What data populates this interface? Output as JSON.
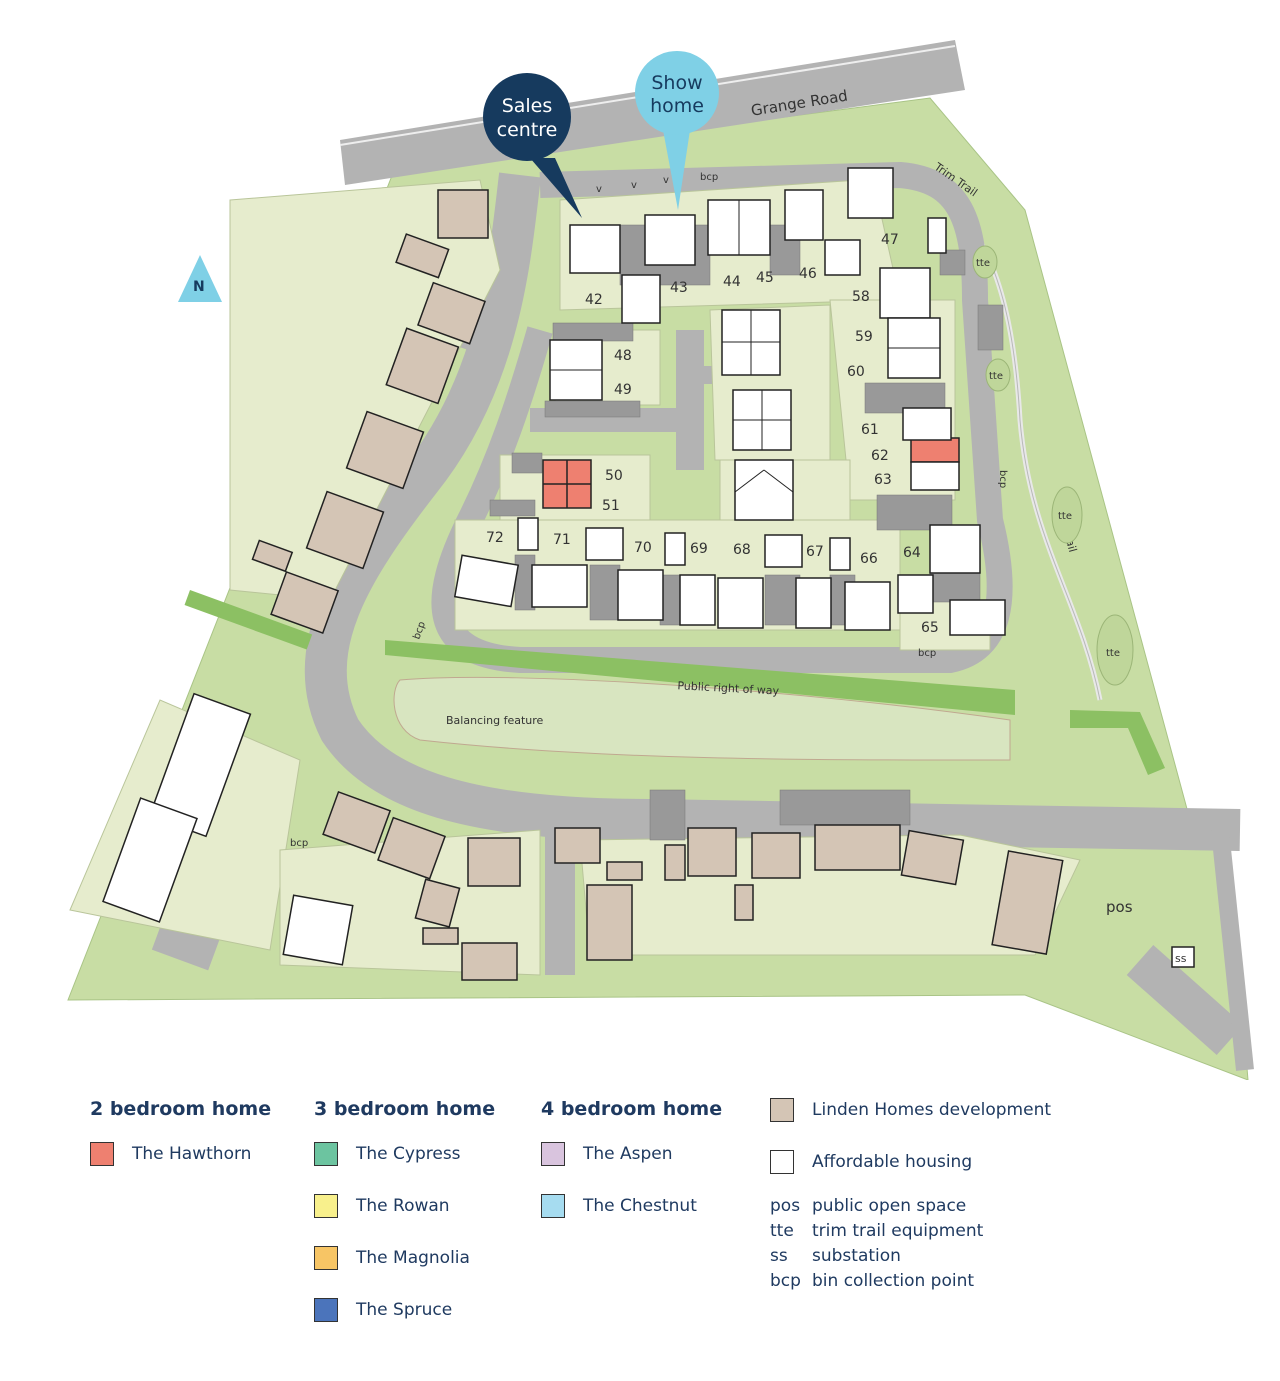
{
  "map": {
    "road_name": "Grange Road",
    "trail_label": "Trim Trail",
    "right_of_way": "Public right of way",
    "balancing_feature": "Balancing feature",
    "north": "N",
    "pos": "pos",
    "ss": "ss",
    "tte": "tte",
    "bcp": "bcp",
    "v": "v",
    "callouts": {
      "sales_line1": "Sales",
      "sales_line2": "centre",
      "show_line1": "Show",
      "show_line2": "home"
    },
    "plots": [
      "42",
      "43",
      "44",
      "45",
      "46",
      "47",
      "48",
      "49",
      "50",
      "51",
      "58",
      "59",
      "60",
      "61",
      "62",
      "63",
      "64",
      "65",
      "66",
      "67",
      "68",
      "69",
      "70",
      "71",
      "72"
    ],
    "colors": {
      "grass": "#c8dda4",
      "lot": "#e6eccd",
      "road": "#b3b3b3",
      "hedge": "#8cc063",
      "sales_centre": "#163a5e",
      "show_home": "#7fd0e6"
    }
  },
  "legend": {
    "two_bed": {
      "heading": "2 bedroom home",
      "items": [
        {
          "label": "The Hawthorn",
          "color": "#ee8070"
        }
      ]
    },
    "three_bed": {
      "heading": "3 bedroom home",
      "items": [
        {
          "label": "The Cypress",
          "color": "#6cc4a0"
        },
        {
          "label": "The Rowan",
          "color": "#f8f08c"
        },
        {
          "label": "The Magnolia",
          "color": "#f7c565"
        },
        {
          "label": "The Spruce",
          "color": "#4b74bb"
        }
      ]
    },
    "four_bed": {
      "heading": "4 bedroom home",
      "items": [
        {
          "label": "The Aspen",
          "color": "#d9c4de"
        },
        {
          "label": "The Chestnut",
          "color": "#a6dcf0"
        }
      ]
    },
    "other": {
      "items": [
        {
          "label": "Linden Homes development",
          "color": "#d4c5b5"
        },
        {
          "label": "Affordable housing",
          "color": "#ffffff"
        }
      ],
      "abbreviations": [
        {
          "key": "pos",
          "value": "public open space"
        },
        {
          "key": "tte",
          "value": "trim trail equipment"
        },
        {
          "key": "ss",
          "value": "substation"
        },
        {
          "key": "bcp",
          "value": "bin collection point"
        }
      ]
    }
  }
}
